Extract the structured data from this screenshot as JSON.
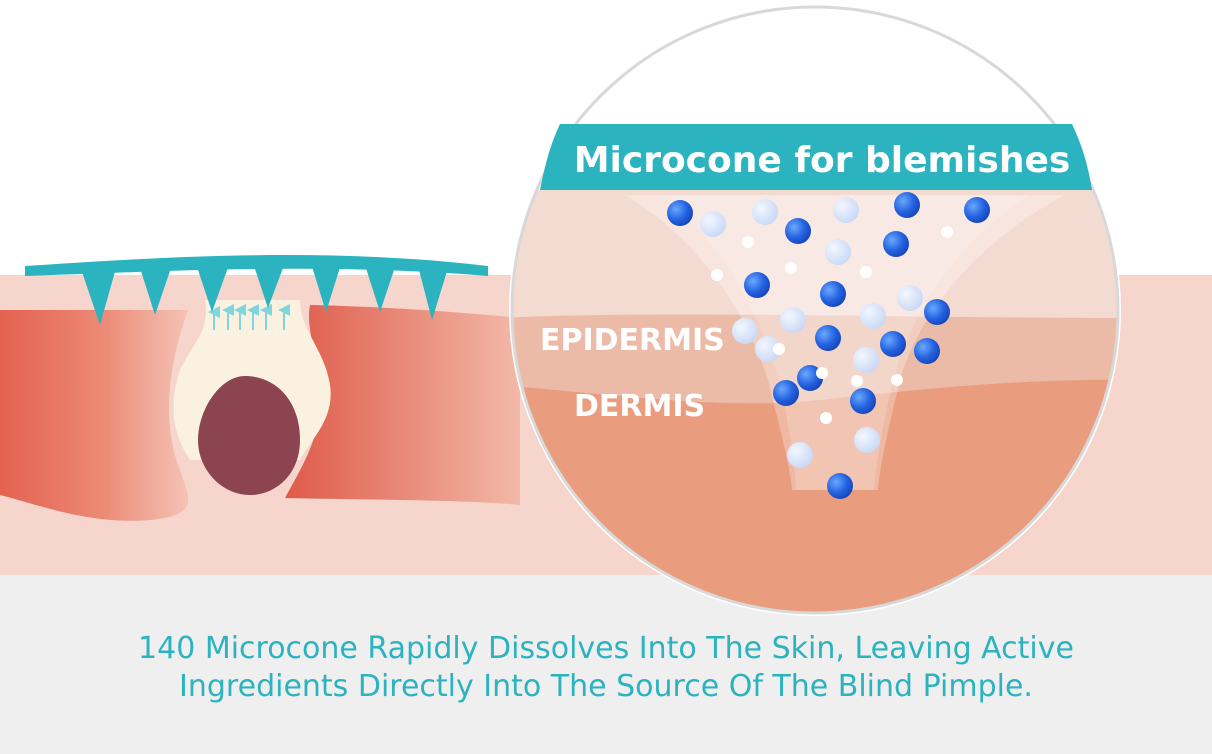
{
  "banner_title": "Microcone for blemishes",
  "layer_labels": {
    "epidermis": "EPIDERMIS",
    "dermis": "DERMIS"
  },
  "caption": {
    "line1": "140 Microcone Rapidly Dissolves Into The Skin, Leaving Active",
    "line2": "Ingredients Directly Into The Source Of The Blind Pimple."
  },
  "colors": {
    "accent": "#2bb3c0",
    "skin_light": "#f6d5cc",
    "dermis": "#e99d7e",
    "pimple_core": "#8c4550",
    "bottom_band": "#efefef"
  }
}
